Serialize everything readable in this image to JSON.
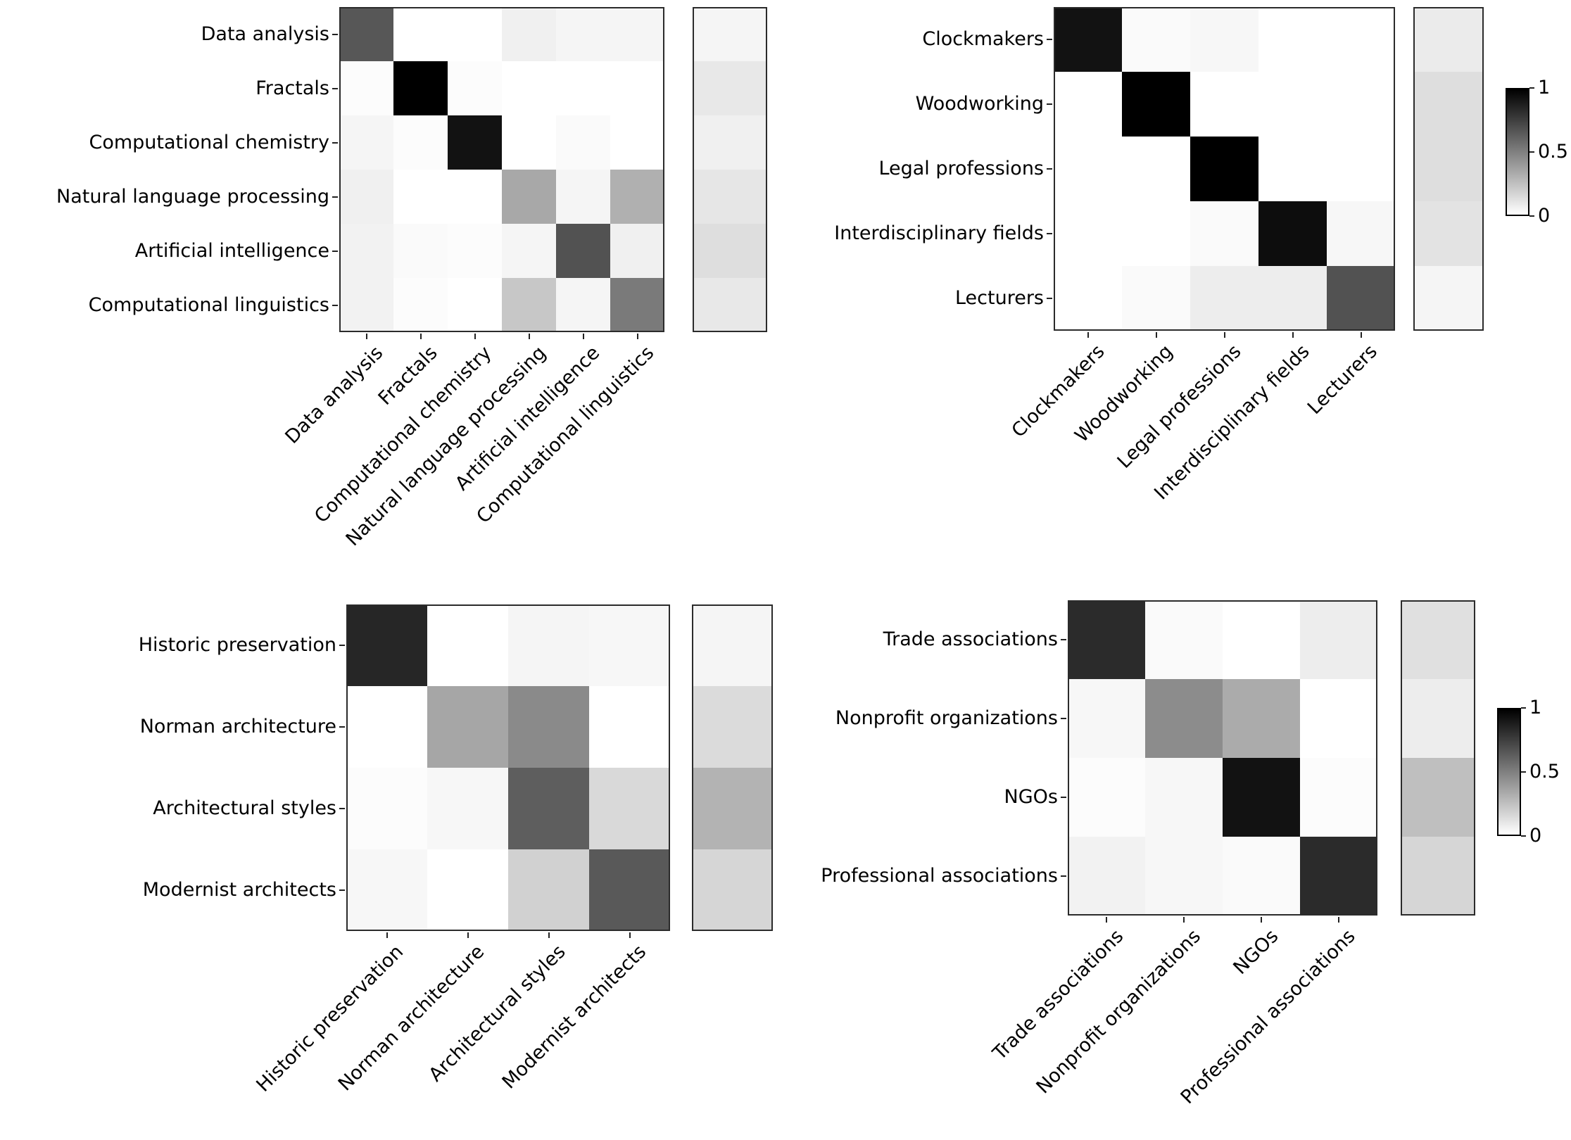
{
  "figure": {
    "background_color": "#ffffff",
    "colormap": "grays_reversed",
    "value_min_color": "#ffffff",
    "value_max_color": "#000000"
  },
  "chart_data": [
    {
      "type": "heatmap",
      "position": "top-left",
      "title": "",
      "categories": [
        "Data analysis",
        "Fractals",
        "Computational chemistry",
        "Natural language processing",
        "Artificial intelligence",
        "Computational linguistics"
      ],
      "matrix": [
        [
          0.66,
          0.0,
          0.0,
          0.06,
          0.04,
          0.04
        ],
        [
          0.01,
          1.0,
          0.01,
          0.0,
          0.0,
          0.0
        ],
        [
          0.04,
          0.01,
          0.93,
          0.0,
          0.02,
          0.0
        ],
        [
          0.06,
          0.0,
          0.0,
          0.34,
          0.04,
          0.31
        ],
        [
          0.05,
          0.02,
          0.01,
          0.04,
          0.68,
          0.06
        ],
        [
          0.05,
          0.01,
          0.0,
          0.22,
          0.04,
          0.52
        ]
      ],
      "side_strip_values": [
        0.04,
        0.09,
        0.06,
        0.1,
        0.13,
        0.09
      ],
      "value_range": [
        0,
        1
      ],
      "grid": false,
      "has_colorbar": false
    },
    {
      "type": "heatmap",
      "position": "top-right",
      "title": "",
      "categories": [
        "Clockmakers",
        "Woodworking",
        "Legal professions",
        "Interdisciplinary fields",
        "Lecturers"
      ],
      "matrix": [
        [
          0.93,
          0.02,
          0.03,
          0.0,
          0.0
        ],
        [
          0.0,
          1.0,
          0.0,
          0.0,
          0.0
        ],
        [
          0.0,
          0.0,
          1.0,
          0.0,
          0.0
        ],
        [
          0.0,
          0.0,
          0.02,
          0.95,
          0.03
        ],
        [
          0.0,
          0.02,
          0.07,
          0.07,
          0.68
        ]
      ],
      "side_strip_values": [
        0.08,
        0.13,
        0.13,
        0.11,
        0.04
      ],
      "value_range": [
        0,
        1
      ],
      "grid": false,
      "has_colorbar": true,
      "colorbar": {
        "ticks": [
          "1",
          "0.5",
          "0"
        ],
        "tick_values": [
          1,
          0.5,
          0
        ]
      }
    },
    {
      "type": "heatmap",
      "position": "bottom-left",
      "title": "",
      "categories": [
        "Historic preservation",
        "Norman architecture",
        "Architectural styles",
        "Modernist architects"
      ],
      "matrix": [
        [
          0.85,
          0.0,
          0.04,
          0.03
        ],
        [
          0.0,
          0.35,
          0.46,
          0.0
        ],
        [
          0.01,
          0.03,
          0.63,
          0.15
        ],
        [
          0.03,
          0.0,
          0.18,
          0.65
        ]
      ],
      "side_strip_values": [
        0.04,
        0.14,
        0.3,
        0.16
      ],
      "value_range": [
        0,
        1
      ],
      "grid": false,
      "has_colorbar": false
    },
    {
      "type": "heatmap",
      "position": "bottom-right",
      "title": "",
      "categories": [
        "Trade associations",
        "Nonprofit organizations",
        "NGOs",
        "Professional associations"
      ],
      "matrix": [
        [
          0.83,
          0.02,
          0.0,
          0.07
        ],
        [
          0.03,
          0.45,
          0.33,
          0.0
        ],
        [
          0.01,
          0.03,
          0.93,
          0.01
        ],
        [
          0.05,
          0.03,
          0.02,
          0.83
        ]
      ],
      "side_strip_values": [
        0.12,
        0.07,
        0.25,
        0.16
      ],
      "value_range": [
        0,
        1
      ],
      "grid": false,
      "has_colorbar": true,
      "colorbar": {
        "ticks": [
          "1",
          "0.5",
          "0"
        ],
        "tick_values": [
          1,
          0.5,
          0
        ]
      }
    }
  ]
}
